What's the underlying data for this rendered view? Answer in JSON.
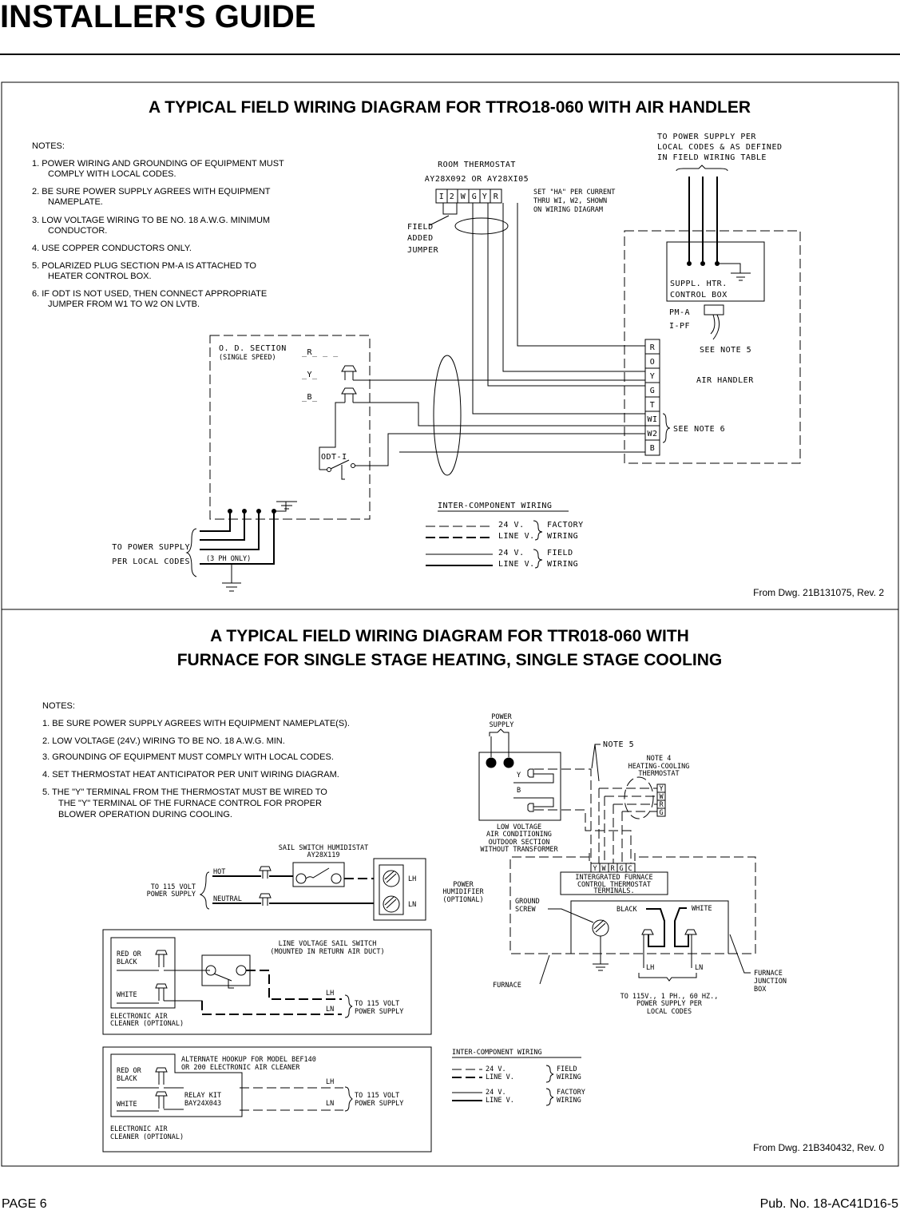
{
  "header": {
    "title": "INSTALLER'S GUIDE"
  },
  "footer": {
    "page": "PAGE 6",
    "pub": "Pub. No. 18-AC41D16-5"
  },
  "diagram1": {
    "title": "A TYPICAL FIELD WIRING DIAGRAM FOR TTRO18-060 WITH AIR HANDLER",
    "notes_label": "NOTES:",
    "notes": [
      [
        "1.  POWER WIRING AND GROUNDING OF EQUIPMENT MUST",
        "COMPLY WITH LOCAL CODES."
      ],
      [
        "2.  BE SURE POWER SUPPLY AGREES WITH EQUIPMENT",
        "NAMEPLATE."
      ],
      [
        "3.  LOW VOLTAGE WIRING TO BE NO. 18 A.W.G. MINIMUM",
        "CONDUCTOR."
      ],
      [
        "4.  USE COPPER CONDUCTORS ONLY."
      ],
      [
        "5.  POLARIZED PLUG SECTION PM-A IS ATTACHED TO",
        "HEATER CONTROL BOX."
      ],
      [
        "6.  IF ODT IS NOT USED, THEN CONNECT APPROPRIATE",
        "JUMPER FROM W1 TO W2 ON LVTB."
      ]
    ],
    "thermostat": {
      "title": "ROOM THERMOSTAT",
      "model": "AY28X092 OR AY28XI05",
      "terminals": [
        "I",
        "2",
        "W",
        "G",
        "Y",
        "R"
      ],
      "ha_note": [
        "SET \"HA\" PER CURRENT",
        "THRU WI, W2, SHOWN",
        "ON WIRING DIAGRAM"
      ]
    },
    "jumper_label": [
      "FIELD",
      "ADDED",
      "JUMPER"
    ],
    "power_supply_top": [
      "TO POWER SUPPLY PER",
      "LOCAL CODES & AS DEFINED",
      "IN FIELD WIRING TABLE"
    ],
    "heater_box": [
      "SUPPL. HTR.",
      "CONTROL BOX"
    ],
    "pm_a": "PM-A",
    "i_pf": "I-PF",
    "see_note5": "SEE NOTE 5",
    "air_handler": "AIR HANDLER",
    "ah_terminals": [
      "R",
      "O",
      "Y",
      "G",
      "T",
      "WI",
      "W2",
      "B"
    ],
    "see_note6": "SEE NOTE 6",
    "od_section": [
      "O. D. SECTION",
      "(SINGLE SPEED)"
    ],
    "od_wires": [
      "_R_ _ _",
      "_Y_",
      "_B_"
    ],
    "odt": "ODT-I",
    "power_supply_od": [
      "TO POWER SUPPLY",
      "PER LOCAL CODES"
    ],
    "three_phase": "(3 PH ONLY)",
    "legend": {
      "title": "INTER-COMPONENT WIRING",
      "v24": "24 V.",
      "linev": "LINE V.",
      "factory": [
        "FACTORY",
        "WIRING"
      ],
      "field": [
        "FIELD",
        "WIRING"
      ]
    },
    "source": "From Dwg. 21B131075, Rev. 2"
  },
  "diagram2": {
    "title": [
      "A TYPICAL FIELD WIRING DIAGRAM FOR TTR018-060 WITH",
      "FURNACE FOR SINGLE STAGE HEATING, SINGLE STAGE COOLING"
    ],
    "notes_label": "NOTES:",
    "notes": [
      [
        "1.  BE SURE POWER SUPPLY AGREES WITH EQUIPMENT NAMEPLATE(S)."
      ],
      [
        "2.  LOW VOLTAGE (24V.) WIRING TO BE NO. 18  A.W.G. MIN."
      ],
      [
        "3.  GROUNDING OF EQUIPMENT MUST COMPLY WITH LOCAL CODES."
      ],
      [
        "4.  SET THERMOSTAT HEAT ANTICIPATOR PER UNIT WIRING DIAGRAM."
      ],
      [
        "5.  THE \"Y\" TERMINAL  FROM THE THERMOSTAT MUST BE WIRED TO",
        "THE \"Y\" TERMINAL OF THE FURNACE CONTROL FOR PROPER",
        "BLOWER OPERATION DURING COOLING."
      ]
    ],
    "power_supply": [
      "POWER",
      "SUPPLY"
    ],
    "y": "Y",
    "b": "B",
    "note5": "NOTE 5",
    "thermostat": [
      "NOTE 4",
      "HEATING-COOLING",
      "THERMOSTAT"
    ],
    "tstat_terminals": [
      "Y",
      "W",
      "R",
      "G"
    ],
    "outdoor": [
      "LOW VOLTAGE",
      "AIR CONDITIONING",
      "OUTDOOR SECTION",
      "WITHOUT TRANSFORMER"
    ],
    "furnace_terminals": [
      "Y",
      "W",
      "R",
      "G",
      "C"
    ],
    "furnace_control": [
      "INTERGRATED FURNACE",
      "CONTROL THERMOSTAT",
      "TERMINALS."
    ],
    "ground_screw": [
      "GROUND",
      "SCREW"
    ],
    "black": "BLACK",
    "white": "WHITE",
    "lh": "LH",
    "ln": "LN",
    "furnace": "FURNACE",
    "junction_box": [
      "FURNACE",
      "JUNCTION",
      "BOX"
    ],
    "furnace_supply": [
      "TO 115V., 1 PH., 60 HZ.,",
      "POWER SUPPLY PER",
      "LOCAL CODES"
    ],
    "humidistat": [
      "SAIL SWITCH HUMIDISTAT",
      "AY28X119"
    ],
    "hot": "HOT",
    "neutral": "NEUTRAL",
    "to115": [
      "TO 115 VOLT",
      "POWER SUPPLY"
    ],
    "humidifier": [
      "POWER",
      "HUMIDIFIER",
      "(OPTIONAL)"
    ],
    "eac1": {
      "sail": [
        "LINE VOLTAGE SAIL SWITCH",
        "(MOUNTED IN RETURN AIR DUCT)"
      ],
      "red": [
        "RED OR",
        "BLACK"
      ],
      "white": "WHITE",
      "cleaner": [
        "ELECTRONIC AIR",
        "CLEANER (OPTIONAL)"
      ]
    },
    "eac2": {
      "alt": [
        "ALTERNATE HOOKUP FOR MODEL BEF140",
        "OR 200 ELECTRONIC AIR CLEANER"
      ],
      "relay": [
        "RELAY KIT",
        "BAY24X043"
      ],
      "red": [
        "RED OR",
        "BLACK"
      ],
      "white": "WHITE",
      "cleaner": [
        "ELECTRONIC AIR",
        "CLEANER (OPTIONAL)"
      ]
    },
    "legend": {
      "title": "INTER-COMPONENT WIRING",
      "v24": "24 V.",
      "linev": "LINE V.",
      "field": [
        "FIELD",
        "WIRING"
      ],
      "factory": [
        "FACTORY",
        "WIRING"
      ]
    },
    "source": "From Dwg. 21B340432, Rev. 0"
  }
}
